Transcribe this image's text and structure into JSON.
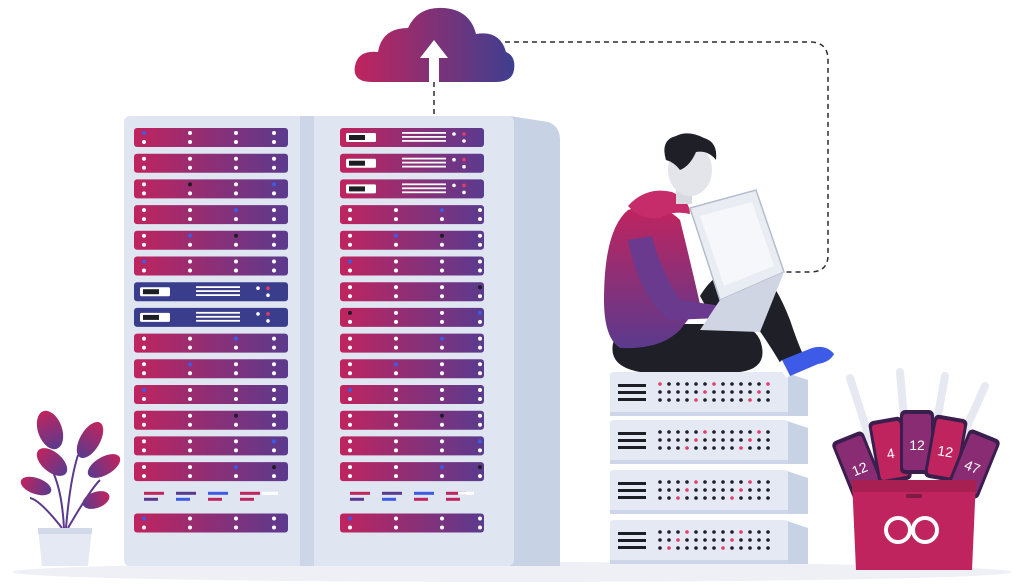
{
  "scene": {
    "colors": {
      "accent_magenta": "#c0245e",
      "accent_purple": "#5b3a8e",
      "rack_bg": "#dfe6f2",
      "rack_side": "#c8d2e5",
      "dark": "#1d1d25",
      "sneaker_blue": "#3d5be6"
    },
    "icons": {
      "cloud": "cloud-upload-icon",
      "plant": "potted-plant-icon",
      "bag": "shopping-bag-icon",
      "laptop": "laptop-icon",
      "person": "person-icon"
    },
    "phone_screen_texts": [
      "12",
      "4",
      "12",
      "12",
      "47"
    ]
  }
}
